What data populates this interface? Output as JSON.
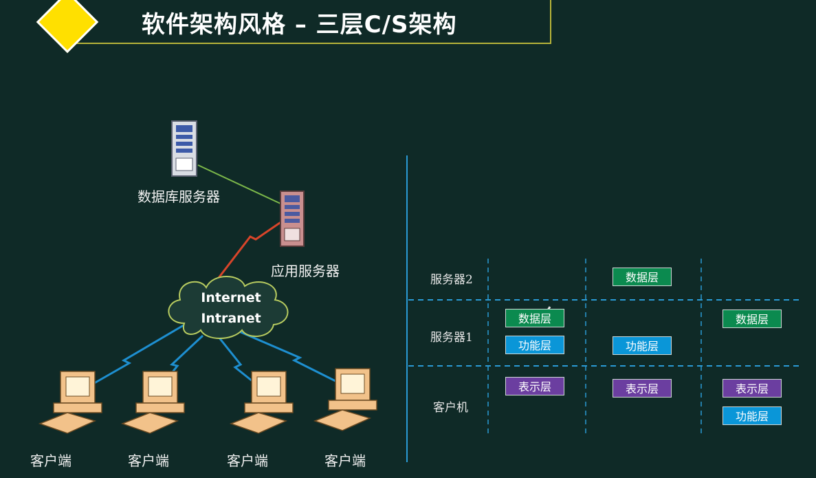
{
  "title": "软件架构风格 – 三层C/S架构",
  "network": {
    "db_server": "数据库服务器",
    "app_server": "应用服务器",
    "cloud_line1": "Internet",
    "cloud_line2": "Intranet",
    "clients": [
      "客户端",
      "客户端",
      "客户端",
      "客户端"
    ]
  },
  "layers_table": {
    "rows": [
      "服务器2",
      "服务器1",
      "客户机"
    ],
    "columns": [
      {
        "server2": [],
        "server1": [
          "数据层",
          "功能层"
        ],
        "client": [
          "表示层"
        ]
      },
      {
        "server2": [
          "数据层"
        ],
        "server1": [
          "功能层"
        ],
        "client": [
          "表示层"
        ]
      },
      {
        "server2": [],
        "server1": [
          "数据层"
        ],
        "client": [
          "表示层",
          "功能层"
        ]
      }
    ]
  },
  "colors": {
    "background": "#0f2a27",
    "accent_yellow": "#ffe000",
    "data_layer": "#0b8a4f",
    "function_layer": "#0a96d8",
    "presentation_layer": "#6b3ea0",
    "divider": "#2a9bd6"
  },
  "icons": [
    "server-icon",
    "cloud-icon",
    "computer-icon",
    "lightning-link-icon"
  ]
}
